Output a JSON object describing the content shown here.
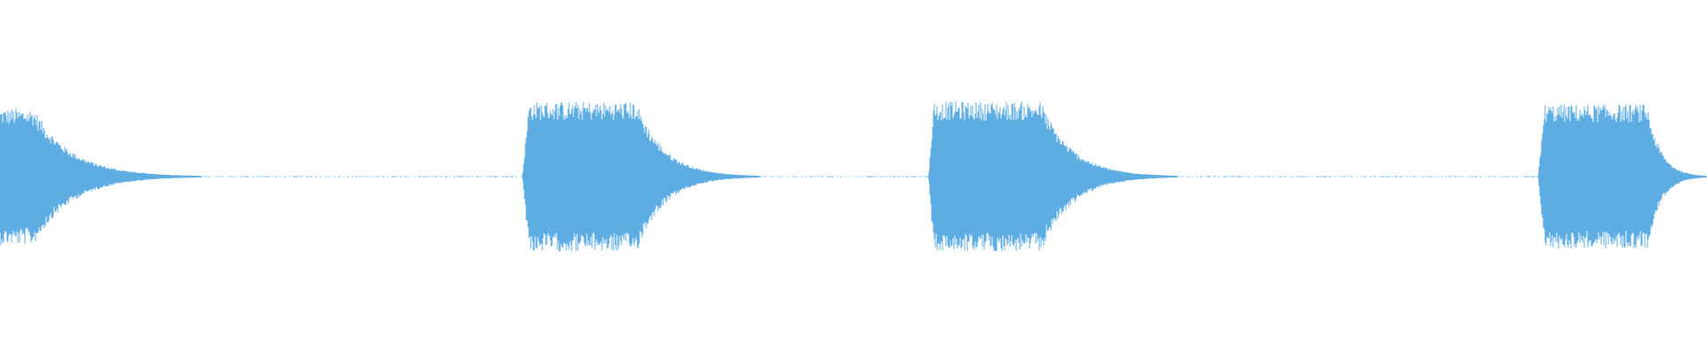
{
  "waveform": {
    "color": "#5DACE2",
    "background": "#FFFFFF",
    "visible_fraction_of_clip": 1.0,
    "bursts": [
      {
        "start": 0.0,
        "attack_end": 0.0,
        "sustain_end": 0.02,
        "tail_end": 0.118,
        "level": 0.5
      },
      {
        "start": 0.306,
        "attack_end": 0.31,
        "sustain_end": 0.373,
        "tail_end": 0.445,
        "level": 0.55
      },
      {
        "start": 0.544,
        "attack_end": 0.547,
        "sustain_end": 0.61,
        "tail_end": 0.69,
        "level": 0.55
      },
      {
        "start": 0.901,
        "attack_end": 0.905,
        "sustain_end": 0.965,
        "tail_end": 1.0,
        "level": 0.53
      }
    ]
  }
}
